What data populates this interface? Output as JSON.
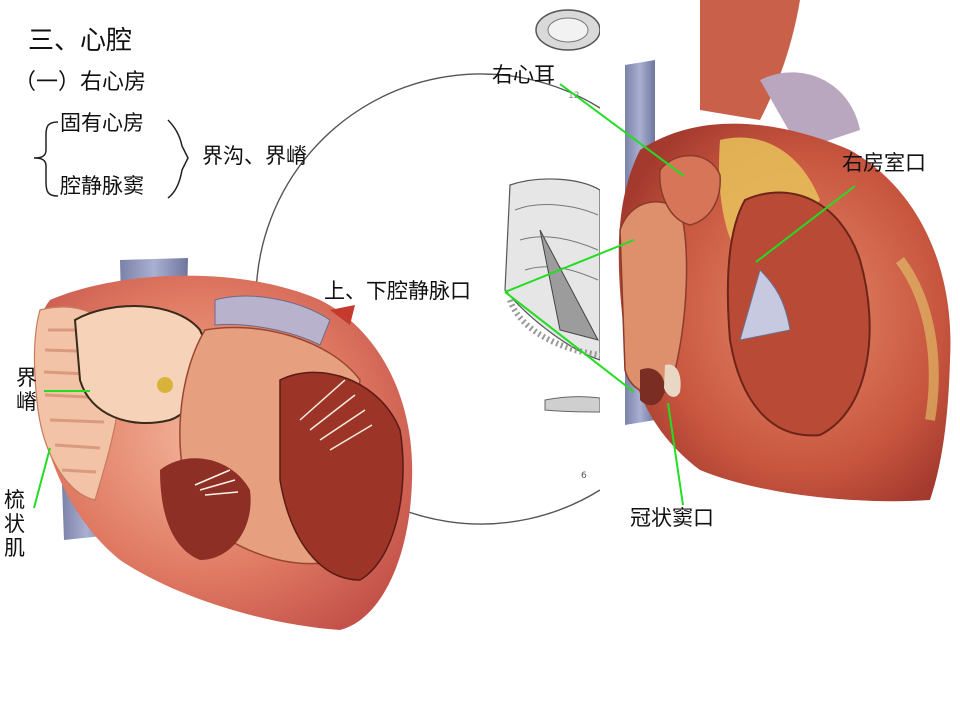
{
  "heading": "三、心腔",
  "subheading": "（一）右心房",
  "parts": [
    "固有心房",
    "腔静脉窦"
  ],
  "boundary": "界沟、界嵴",
  "labels": {
    "auricle": "右心耳",
    "av_orifice": "右房室口",
    "vena_cava_orifices": "上、下腔静脉口",
    "crista": "界嵴",
    "pectinate": "梳状肌",
    "coronary_sinus": "冠状窦口"
  },
  "plate_numbers": [
    "12",
    "6"
  ],
  "colors": {
    "leader_line": "#22dd22",
    "brace": "#222222"
  }
}
